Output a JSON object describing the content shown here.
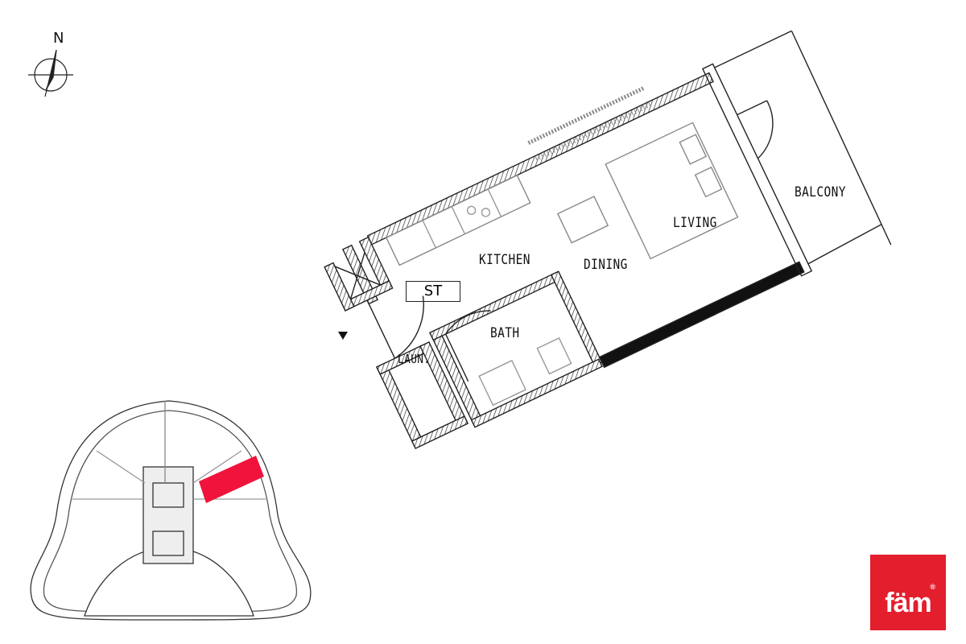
{
  "compass": {
    "label": "N"
  },
  "rooms": {
    "kitchen": "KITCHEN",
    "dining": "DINING",
    "living": "LIVING",
    "balcony": "BALCONY",
    "storage": "ST",
    "bath": "BATH",
    "laundry": "LAUN."
  },
  "key_plan": {
    "highlight_color": "#f0143c"
  },
  "logo": {
    "text": "fäm",
    "mark": "®",
    "color": "#e31e2d"
  }
}
